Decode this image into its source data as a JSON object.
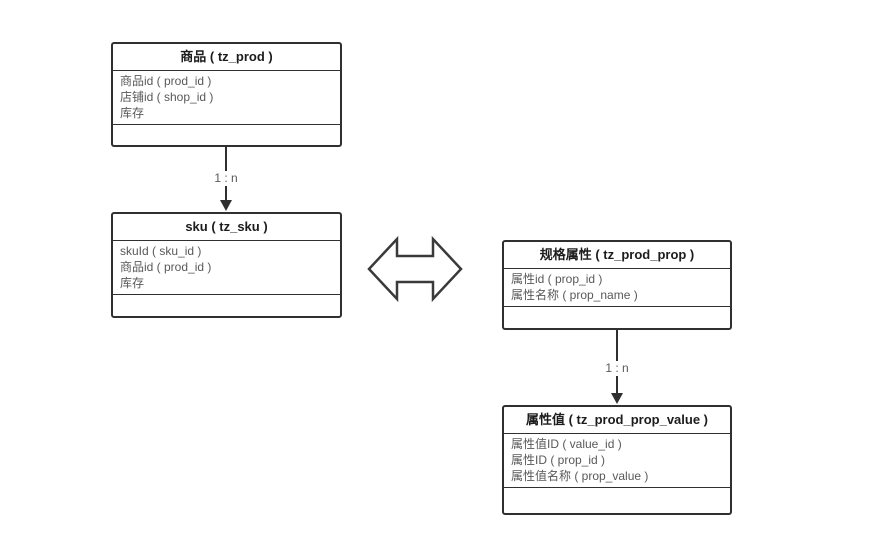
{
  "entities": [
    {
      "title": "商品 ( tz_prod )",
      "fields": [
        "商品id ( prod_id )",
        "店铺id ( shop_id )",
        "库存"
      ]
    },
    {
      "title": "sku ( tz_sku )",
      "fields": [
        "skuId ( sku_id )",
        "商品id ( prod_id )",
        "库存"
      ]
    },
    {
      "title": "规格属性 ( tz_prod_prop )",
      "fields": [
        "属性id ( prop_id )",
        "属性名称 ( prop_name )"
      ]
    },
    {
      "title": "属性值 ( tz_prod_prop_value )",
      "fields": [
        "属性值ID ( value_id )",
        "属性ID ( prop_id )",
        "属性值名称 ( prop_value )"
      ]
    }
  ],
  "connectors": [
    {
      "label": "1 : n"
    },
    {
      "label": "1 : n"
    }
  ],
  "colors": {
    "background": "#ffffff",
    "border": "#303030",
    "line": "#2f2f2f",
    "header_text": "#1c1c1c",
    "field_text": "#595959"
  }
}
